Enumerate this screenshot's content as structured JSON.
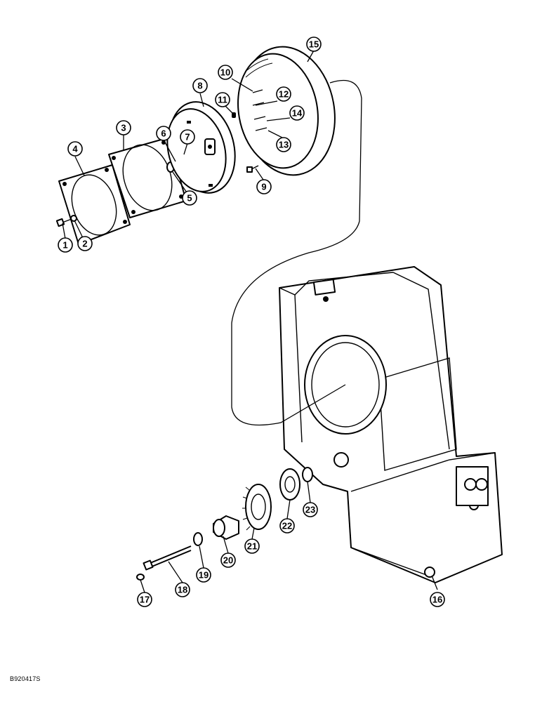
{
  "figure_code": "B920417S",
  "callouts": [
    {
      "id": "1",
      "label": "1"
    },
    {
      "id": "2",
      "label": "2"
    },
    {
      "id": "3",
      "label": "3"
    },
    {
      "id": "4",
      "label": "4"
    },
    {
      "id": "5",
      "label": "5"
    },
    {
      "id": "6",
      "label": "6"
    },
    {
      "id": "7",
      "label": "7"
    },
    {
      "id": "8",
      "label": "8"
    },
    {
      "id": "9",
      "label": "9"
    },
    {
      "id": "10",
      "label": "10"
    },
    {
      "id": "11",
      "label": "11"
    },
    {
      "id": "12",
      "label": "12"
    },
    {
      "id": "13",
      "label": "13"
    },
    {
      "id": "14",
      "label": "14"
    },
    {
      "id": "15",
      "label": "15"
    },
    {
      "id": "16",
      "label": "16"
    },
    {
      "id": "17",
      "label": "17"
    },
    {
      "id": "18",
      "label": "18"
    },
    {
      "id": "19",
      "label": "19"
    },
    {
      "id": "20",
      "label": "20"
    },
    {
      "id": "21",
      "label": "21"
    },
    {
      "id": "22",
      "label": "22"
    },
    {
      "id": "23",
      "label": "23"
    }
  ]
}
